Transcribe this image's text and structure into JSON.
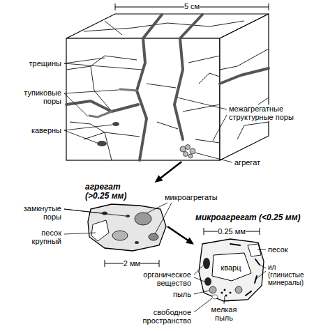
{
  "diagram": {
    "nodes": [
      {
        "text": [
          "5 см"
        ]
      },
      {
        "text": [
          "агрегат (>0.25 мм)"
        ]
      },
      {
        "text": [
          "микроагрегат (<0.25 мм)"
        ]
      }
    ],
    "edges": [
      {
        "from": 0,
        "to": 1,
        "arrow": "to"
      },
      {
        "from": 1,
        "to": 2,
        "arrow": "to"
      }
    ],
    "labels": [
      "трещины",
      "тупиковые поры",
      "каверны",
      "межагрегатные структурные поры",
      "агрегат",
      "замкнутые поры",
      "микроагрегаты",
      "песок крупный",
      "2 мм",
      "0.25 мм",
      "песок",
      "кварц",
      "ил (глинистые минералы)",
      "органическое вещество",
      "пыль",
      "мелкая пыль",
      "свободное пространство"
    ]
  }
}
